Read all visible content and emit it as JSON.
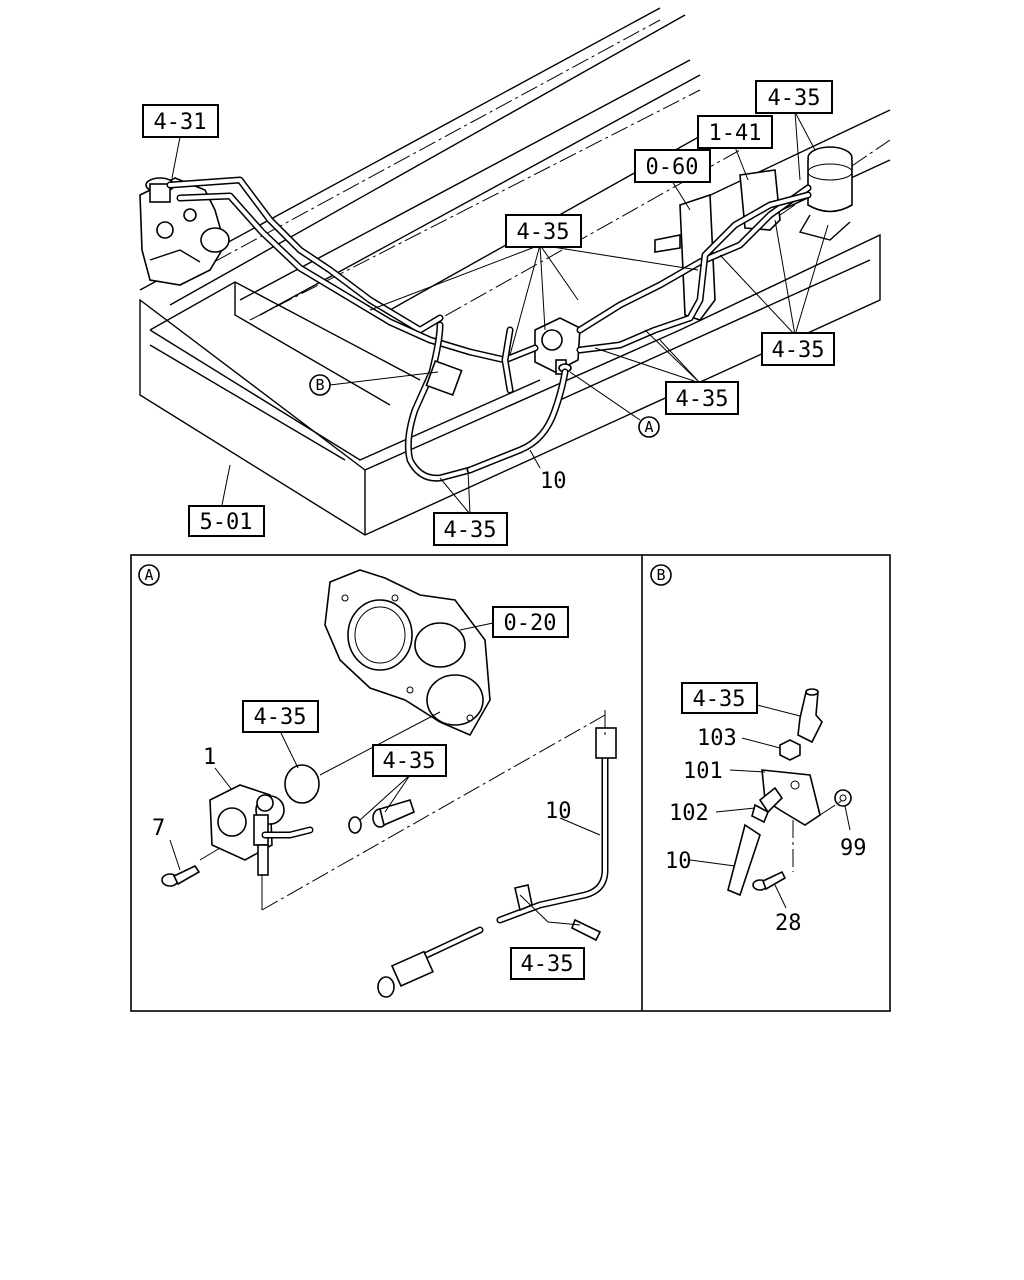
{
  "main_view": {
    "callouts": {
      "ref_4_31": "4-31",
      "ref_4_35_top_right": "4-35",
      "ref_1_41": "1-41",
      "ref_0_60": "0-60",
      "ref_4_35_center": "4-35",
      "ref_4_35_right_lower": "4-35",
      "ref_4_35_right_mid": "4-35",
      "ref_4_35_bottom": "4-35",
      "ref_5_01": "5-01"
    },
    "plain_labels": {
      "part_10": "10"
    },
    "circle_markers": {
      "A": "A",
      "B": "B"
    }
  },
  "detail_a": {
    "marker": "A",
    "callouts": {
      "ref_0_20": "0-20",
      "ref_4_35_oring": "4-35",
      "ref_4_35_fittings": "4-35",
      "ref_4_35_hose": "4-35"
    },
    "plain_labels": {
      "part_1": "1",
      "part_7": "7",
      "part_10": "10"
    }
  },
  "detail_b": {
    "marker": "B",
    "callouts": {
      "ref_4_35": "4-35"
    },
    "plain_labels": {
      "part_103": "103",
      "part_101": "101",
      "part_102": "102",
      "part_10": "10",
      "part_99": "99",
      "part_28": "28"
    }
  }
}
